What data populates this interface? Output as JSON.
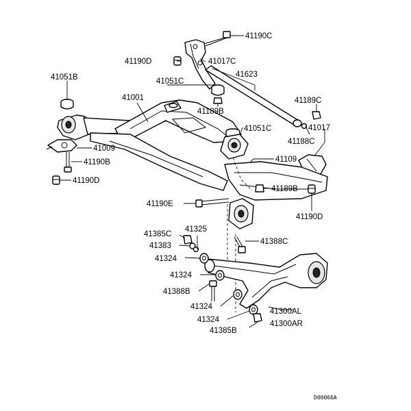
{
  "labels": {
    "l41190C_top": "41190C",
    "l41190D_top": "41190D",
    "l41017C": "41017C",
    "l41623": "41623",
    "l41051B": "41051B",
    "l41051C_top": "41051C",
    "l41001": "41001",
    "l41189B_top": "41189B",
    "l41189C": "41189C",
    "l41017": "41017",
    "l41051C_mid": "41051C",
    "l41188C": "41188C",
    "l41009": "41009",
    "l41190B": "41190B",
    "l41109": "41109",
    "l41190D_left": "41190D",
    "l41189B_right": "41189B",
    "l41190E": "41190E",
    "l41190D_right": "41190D",
    "l41325": "41325",
    "l41385C": "41385C",
    "l41388C": "41388C",
    "l41383": "41383",
    "l41324_a": "41324",
    "l41324_b": "41324",
    "l41388B": "41388B",
    "l41324_c": "41324",
    "l41324_d": "41324",
    "l41300AL": "41300AL",
    "l41300AR": "41300AR",
    "l41385B": "41385B"
  },
  "diagram_code": "D00066A"
}
